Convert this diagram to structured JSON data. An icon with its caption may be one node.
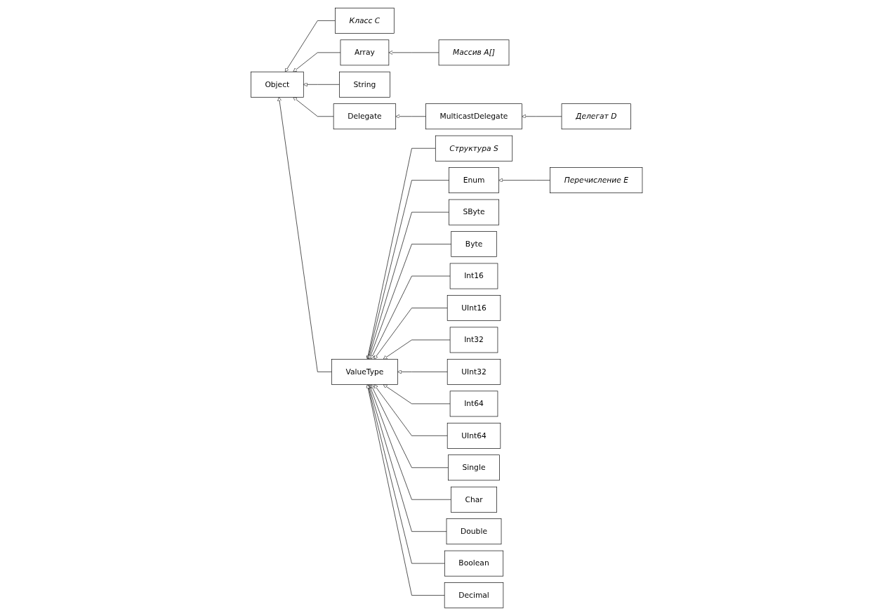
{
  "diagram": {
    "nodes": [
      {
        "text": [
          "Массив A[]"
        ]
      },
      {
        "text": [
          "Array"
        ]
      },
      {
        "text": [
          "Класс C"
        ]
      },
      {
        "text": [
          "Структура S"
        ]
      },
      {
        "text": [
          "String"
        ]
      },
      {
        "text": [
          "Object"
        ]
      },
      {
        "text": [
          "ValueType"
        ]
      },
      {
        "text": [
          "Delegate"
        ]
      },
      {
        "text": [
          "Enum"
        ]
      },
      {
        "text": [
          "MulticastDelegate"
        ]
      },
      {
        "text": [
          "Перечисление E"
        ]
      },
      {
        "text": [
          "Делегат D"
        ]
      },
      {
        "text": [
          "SByte"
        ]
      },
      {
        "text": [
          "Byte"
        ]
      },
      {
        "text": [
          "Int16"
        ]
      },
      {
        "text": [
          "UInt16"
        ]
      },
      {
        "text": [
          "Int32"
        ]
      },
      {
        "text": [
          "UInt32"
        ]
      },
      {
        "text": [
          "Int64"
        ]
      },
      {
        "text": [
          "UInt64"
        ]
      },
      {
        "text": [
          "Single"
        ]
      },
      {
        "text": [
          "Char"
        ]
      },
      {
        "text": [
          "Double"
        ]
      },
      {
        "text": [
          "Boolean"
        ]
      },
      {
        "text": [
          "Decimal"
        ]
      }
    ],
    "edges": [
      {
        "from": 0,
        "to": 1,
        "arrow": "to"
      },
      {
        "from": 2,
        "to": 5,
        "arrow": "to"
      },
      {
        "from": 3,
        "to": 6,
        "arrow": "to"
      },
      {
        "from": 1,
        "to": 5,
        "arrow": "to"
      },
      {
        "from": 4,
        "to": 5,
        "arrow": "to"
      },
      {
        "from": 7,
        "to": 5,
        "arrow": "to"
      },
      {
        "from": 6,
        "to": 5,
        "arrow": "to"
      },
      {
        "from": 8,
        "to": 6,
        "arrow": "to"
      },
      {
        "from": 9,
        "to": 7,
        "arrow": "to"
      },
      {
        "from": 10,
        "to": 8,
        "arrow": "to"
      },
      {
        "from": 11,
        "to": 9,
        "arrow": "to"
      },
      {
        "from": 12,
        "to": 6,
        "arrow": "to"
      },
      {
        "from": 13,
        "to": 6,
        "arrow": "to"
      },
      {
        "from": 14,
        "to": 6,
        "arrow": "to"
      },
      {
        "from": 15,
        "to": 6,
        "arrow": "to"
      },
      {
        "from": 16,
        "to": 6,
        "arrow": "to"
      },
      {
        "from": 17,
        "to": 6,
        "arrow": "to"
      },
      {
        "from": 18,
        "to": 6,
        "arrow": "to"
      },
      {
        "from": 19,
        "to": 6,
        "arrow": "to"
      },
      {
        "from": 20,
        "to": 6,
        "arrow": "to"
      },
      {
        "from": 21,
        "to": 6,
        "arrow": "to"
      },
      {
        "from": 22,
        "to": 6,
        "arrow": "to"
      },
      {
        "from": 23,
        "to": 6,
        "arrow": "to"
      },
      {
        "from": 24,
        "to": 6,
        "arrow": "to"
      }
    ]
  }
}
